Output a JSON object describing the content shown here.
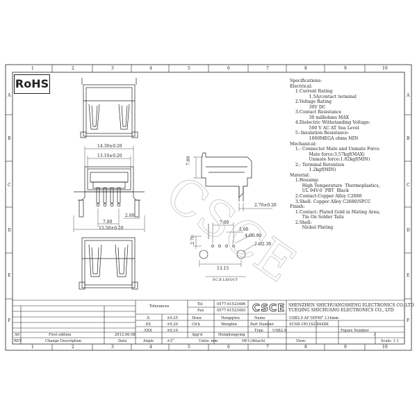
{
  "zones": {
    "columns": [
      "1",
      "2",
      "3",
      "4",
      "5",
      "6",
      "7",
      "8",
      "9",
      "10"
    ],
    "rows": [
      "A",
      "B",
      "C",
      "D",
      "E",
      "F"
    ]
  },
  "logo": {
    "rohs": "RoHS"
  },
  "dimensions": {
    "d1": "14.30±0.20",
    "d2": "13.10±0.20",
    "d3": "7.00",
    "d4": "2.00",
    "d5": "15.50±0.20",
    "d6": "7.00",
    "d7": "2.70±0.20",
    "d8": "7.00",
    "d9": "2.00",
    "d10": "4-Ø0.90",
    "d11": "2-Ø2.30",
    "d12": "2.70",
    "d13": "13.15",
    "pcb_layout": "P.C.B LAYOUT"
  },
  "specs": [
    "Specifications:",
    "Electrical:",
    "    1.Current Rating",
    "              1.5A/contact terminal",
    "    2.Voltage Rating",
    "              30V DC",
    "    3.Contact Resistance",
    "              30 milliohms MAX",
    "    4.Dielectric Withstanding Voltage:",
    "              500 V AC AT Sea Level",
    "    5.:Insulation Resistance:",
    "              1000MEGA ohms MIN",
    "Mechanical:",
    "    1.: Connector Mate and Unmate Force",
    "              Mate force:3.57kgf(MAX)",
    "              Unmate force:1.02kgf(MIN)",
    "    2.: Terminal Retention",
    "              1.2kgf(MIN)",
    "Material:",
    "    1.Housing:",
    "         High Temperature  Thermoplastics,",
    "         UL 94V-0  PBT  Black",
    "    2.Contact:Copper Alloy C2680",
    "    3.Shell: Copper Alloy C2680/SPCC",
    "Finish:",
    "    1.Contact: Plated Gold in Mating Area;",
    "         Tin On Solder Tails",
    "    2.Shell:",
    "         Nickel Plating"
  ],
  "title_block": {
    "tolerance": "Tolerances",
    "tel_label": "Tel",
    "tel": "0577-61523486",
    "fax_label": "Fax",
    "fax": "0577-61523483",
    "tol_x": ".X",
    "tol_x_val": "±0.25",
    "tol_xx": ".XX",
    "tol_xx_val": "±0.20",
    "tol_xxx": ".XXX",
    "tol_xxx_val": "±0.10",
    "angle": "Angle",
    "angle_val": "±3°",
    "draw": "Draw",
    "draw_name": "Hengqiwu",
    "chk": "Ch'k",
    "chk_name": "Wenghin",
    "app": "App'd",
    "app_name": "Honghongying",
    "units": "Units: mm",
    "material": "Mt'l:(Attach)",
    "name_label": "Name",
    "name": "USB2.0 AF  DIP90°  L14mm",
    "part_label": "Part Number",
    "part": "SUSB-1R11S2-044ZK",
    "type_label": "Type",
    "type": "USB2.0",
    "figure_label": "Figure Number",
    "view_label": "View:",
    "scale_label": "Scale: 1:1",
    "slash": "/",
    "company_cn": "CSCE",
    "company1": "SHENZHEN SHICHUANGSHENG ELECTRONICS CO.,LTD",
    "company2": "YUEQING SHICHUANG ELECTRONICS CO., LTD",
    "a0": "A0",
    "first_edition": "First edition",
    "first_date": "2012.06.08",
    "rev": "REV",
    "change_desc": "Change Description",
    "date": "Date"
  }
}
